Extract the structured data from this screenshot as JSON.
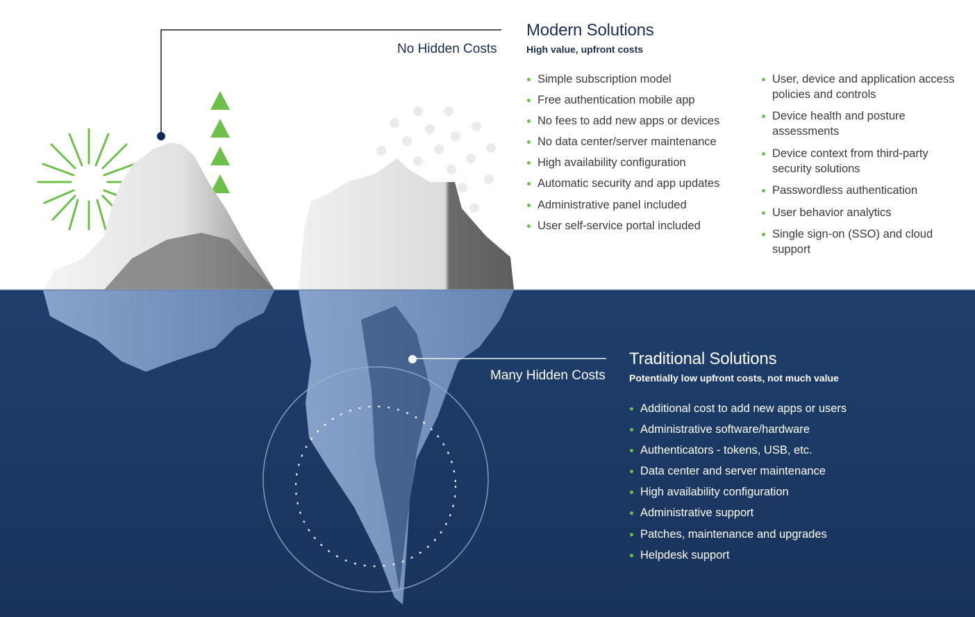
{
  "modern": {
    "callout_label": "No Hidden Costs",
    "title": "Modern Solutions",
    "subtitle": "High value, upfront costs",
    "column_1": [
      "Simple subscription model",
      "Free authentication mobile app",
      "No fees to add new apps or devices",
      "No data center/server maintenance",
      "High availability configuration",
      "Automatic security and app updates",
      "Administrative panel included",
      "User self-service portal included"
    ],
    "column_2": [
      "User, device and application access policies and controls",
      "Device health and posture assessments",
      "Device context from third-party security solutions",
      "Passwordless authentication",
      "User behavior analytics",
      "Single sign-on (SSO) and cloud support"
    ]
  },
  "traditional": {
    "callout_label": "Many Hidden Costs",
    "title": "Traditional Solutions",
    "subtitle": "Potentially low upfront costs, not much value",
    "items": [
      "Additional cost to add new apps or users",
      "Administrative software/hardware",
      "Authenticators - tokens, USB, etc.",
      "Data center and server maintenance",
      "High availability configuration",
      "Administrative support",
      "Patches, maintenance and upgrades",
      "Helpdesk support"
    ]
  },
  "colors": {
    "navy_text": "#1b2e52",
    "accent_green": "#6cc04a",
    "sea_blue": "#1c3a66",
    "ice_submerged": "#8aa6cf"
  }
}
